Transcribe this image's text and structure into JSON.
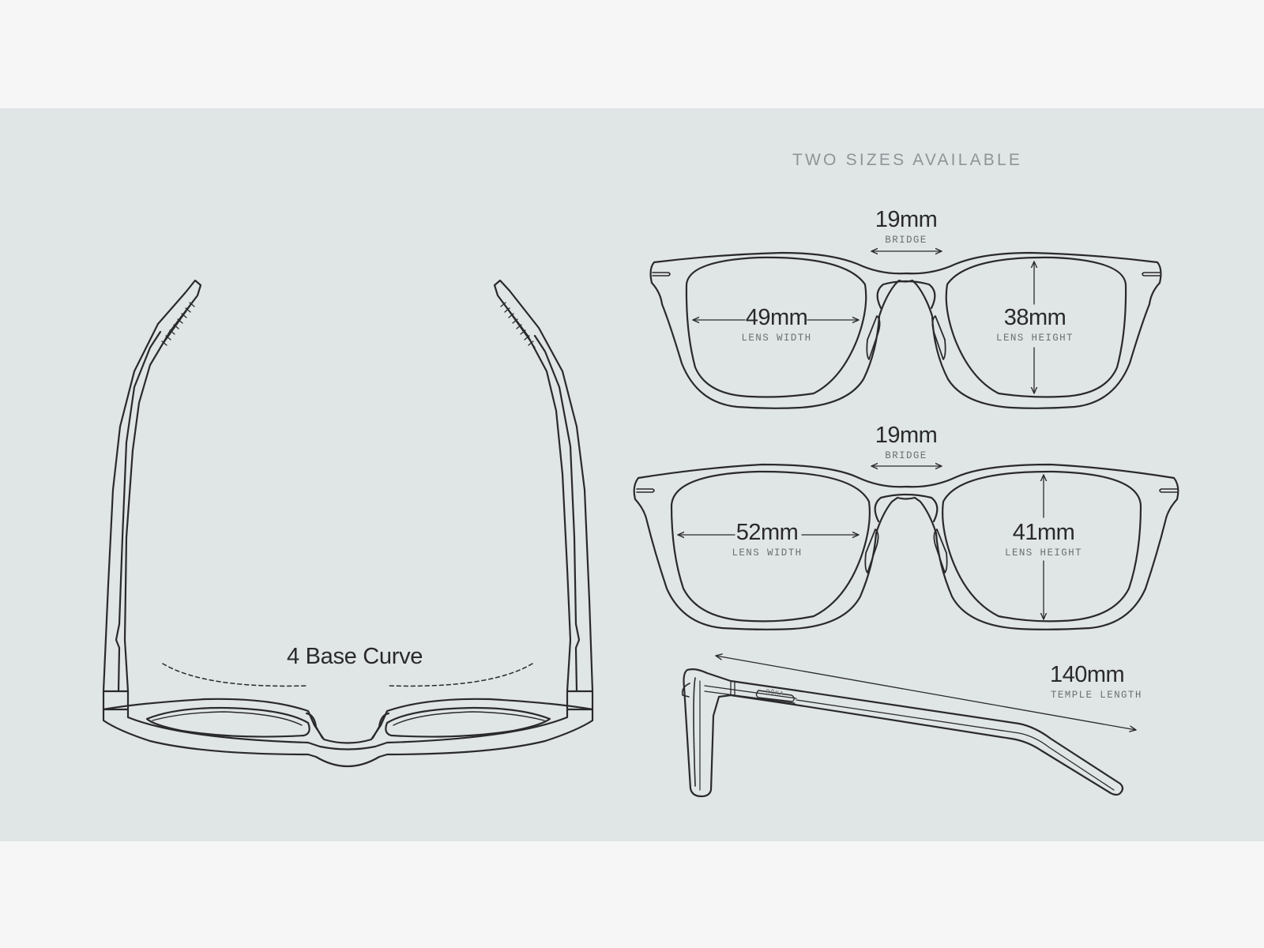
{
  "heading": "TWO SIZES AVAILABLE",
  "base_curve": "4 Base Curve",
  "sizes": [
    {
      "bridge_value": "19mm",
      "bridge_label": "BRIDGE",
      "lens_width_value": "49mm",
      "lens_width_label": "LENS WIDTH",
      "lens_height_value": "38mm",
      "lens_height_label": "LENS HEIGHT"
    },
    {
      "bridge_value": "19mm",
      "bridge_label": "BRIDGE",
      "lens_width_value": "52mm",
      "lens_width_label": "LENS WIDTH",
      "lens_height_value": "41mm",
      "lens_height_label": "LENS HEIGHT"
    }
  ],
  "temple": {
    "value": "140mm",
    "label": "TEMPLE LENGTH",
    "brand": "RŌKA"
  },
  "colors": {
    "background": "#f6f6f6",
    "panel": "#e0e5e6",
    "line": "#2a2a2a",
    "heading": "#8f9496"
  }
}
